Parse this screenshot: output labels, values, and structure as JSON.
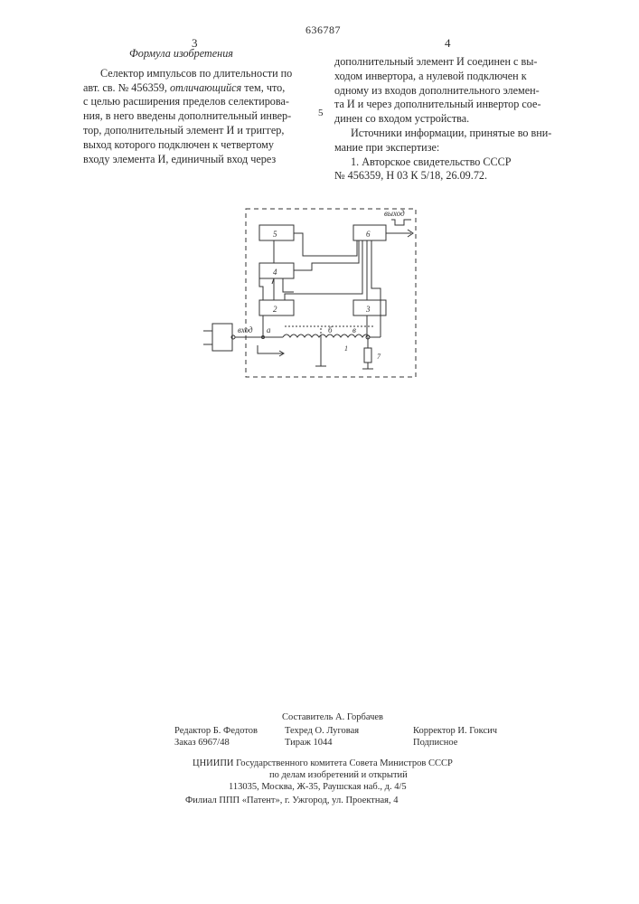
{
  "header": {
    "patent_number": "636787",
    "left_column_number": "3",
    "right_column_number": "4"
  },
  "left_column": {
    "title": "Формула изобретения",
    "lines": [
      "Селектор импульсов по длительности по",
      "авт. св. № 456359, ",
      "с целью расширения пределов селектирова-",
      "ния, в него введены дополнительный инвер-",
      "тор, дополнительный элемент И и триггер,",
      "выход которого подключен к четвертому",
      "входу элемента И, единичный вход через"
    ],
    "emphasis": "отличающийся",
    "emphasis_tail": " тем, что,"
  },
  "right_column": {
    "lines": [
      "дополнительный элемент И соединен с вы-",
      "ходом инвертора, а нулевой подключен к",
      "одному из входов дополнительного элемен-",
      "та И и через дополнительный инвертор сое-",
      "динен со входом устройства.",
      "Источники информации, принятые во вни-",
      "мание при экспертизе:",
      "1. Авторское свидетельство СССР",
      "№ 456359, Н 03 К 5/18, 26.09.72."
    ]
  },
  "line_marker": "5",
  "diagram": {
    "block_labels": [
      "5",
      "6",
      "4",
      "2",
      "3"
    ],
    "input_label": "вход",
    "output_label": "выход",
    "tap_labels": [
      "а",
      "б",
      "в"
    ],
    "element_labels": [
      "1",
      "7"
    ]
  },
  "footer": {
    "compiler": "Составитель А. Горбачев",
    "editor": "Редактор Б. Федотов",
    "tech_editor": "Техред О. Луговая",
    "corrector": "Корректор И. Гоксич",
    "order": "Заказ 6967/48",
    "circulation": "Тираж 1044",
    "subscription": "Подписное",
    "org_line1": "ЦНИИПИ Государственного комитета Совета Министров СССР",
    "org_line2": "по делам изобретений и открытий",
    "address": "113035, Москва, Ж-35, Раушская наб., д. 4/5",
    "branch": "Филиал ППП «Патент», г. Ужгород, ул. Проектная, 4"
  }
}
